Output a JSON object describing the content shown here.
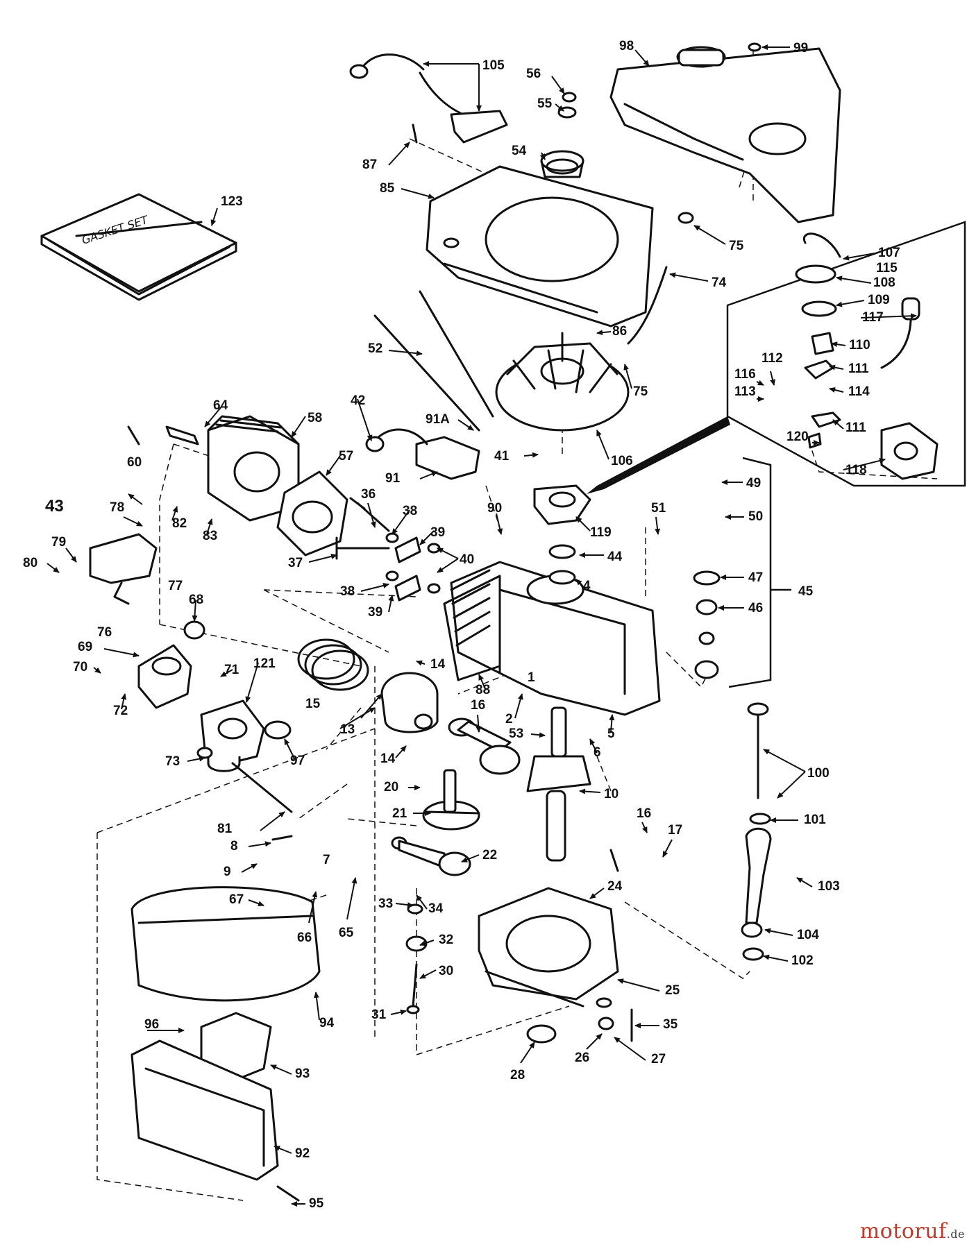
{
  "diagram": {
    "gasket_set_text": "GASKET SET",
    "callouts": [
      "1",
      "2",
      "4",
      "5",
      "6",
      "7",
      "8",
      "9",
      "10",
      "13",
      "14",
      "14",
      "15",
      "16",
      "16",
      "17",
      "20",
      "21",
      "22",
      "24",
      "25",
      "26",
      "27",
      "28",
      "30",
      "31",
      "32",
      "33",
      "34",
      "35",
      "36",
      "37",
      "38",
      "38",
      "39",
      "39",
      "40",
      "41",
      "42",
      "43",
      "44",
      "45",
      "46",
      "47",
      "49",
      "50",
      "51",
      "52",
      "53",
      "54",
      "55",
      "56",
      "57",
      "58",
      "60",
      "64",
      "65",
      "66",
      "67",
      "68",
      "69",
      "70",
      "71",
      "72",
      "73",
      "74",
      "75",
      "75",
      "76",
      "77",
      "78",
      "79",
      "80",
      "81",
      "82",
      "83",
      "85",
      "86",
      "87",
      "88",
      "90",
      "91",
      "91A",
      "92",
      "93",
      "94",
      "95",
      "96",
      "97",
      "98",
      "99",
      "100",
      "101",
      "102",
      "103",
      "104",
      "105",
      "106",
      "107",
      "108",
      "109",
      "110",
      "111",
      "111",
      "112",
      "113",
      "114",
      "115",
      "116",
      "117",
      "118",
      "119",
      "120",
      "121",
      "123"
    ]
  },
  "watermark": {
    "brand": "motoruf",
    "suffix": ".de"
  }
}
